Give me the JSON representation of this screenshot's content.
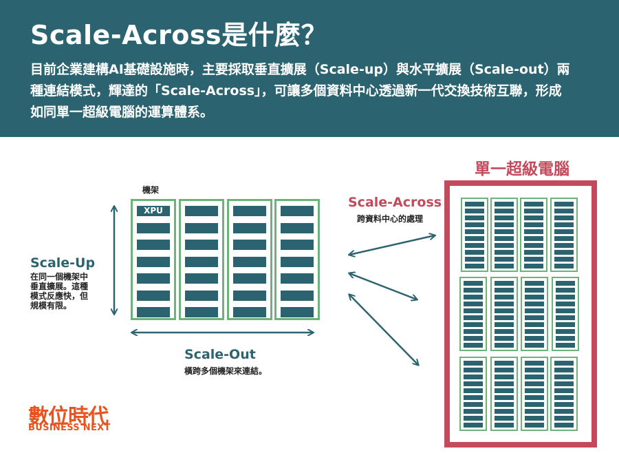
{
  "header": {
    "title": "Scale-Across是什麼？",
    "description": "目前企業建構AI基礎設施時，主要採取垂直擴展（Scale-up）與水平擴展（Scale-out）兩種連結模式，輝達的「Scale-Across」，可讓多個資料中心透過新一代交換技術互聯，形成如同單一超級電腦的運算體系。"
  },
  "diagram": {
    "rack_label": "機架",
    "xpu_label": "XPU",
    "scale_up": {
      "title": "Scale-Up",
      "lines": [
        "在同一個機架中",
        "垂直擴展。這種",
        "模式反應快，但",
        "規模有限。"
      ]
    },
    "scale_out": {
      "title": "Scale-Out",
      "caption": "橫跨多個機架來連結。"
    },
    "scale_across": {
      "title": "Scale-Across",
      "caption": "跨資料中心的處理"
    },
    "super_computer": "單一超級電腦"
  },
  "colors": {
    "header_bg": "#2b6470",
    "rack_border": "#6cb37a",
    "xpu": "#2b6470",
    "accent_red": "#c24a5a",
    "logo": "#e8531f"
  },
  "logo": {
    "chinese": "數位時代",
    "english": "BUSINESS NEXT"
  }
}
